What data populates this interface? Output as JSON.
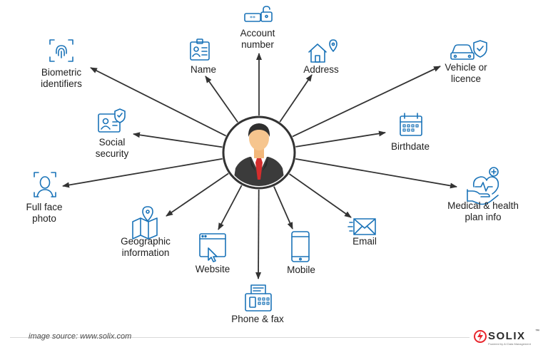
{
  "diagram": {
    "center": {
      "icon": "person-in-suit"
    },
    "items": [
      {
        "id": "account-number",
        "label_lines": [
          "Account",
          "number"
        ],
        "icon": "password-lock-icon"
      },
      {
        "id": "name",
        "label_lines": [
          "Name"
        ],
        "icon": "id-card-icon"
      },
      {
        "id": "address",
        "label_lines": [
          "Address"
        ],
        "icon": "house-location-icon"
      },
      {
        "id": "biometric-identifiers",
        "label_lines": [
          "Biometric",
          "identifiers"
        ],
        "icon": "fingerprint-icon"
      },
      {
        "id": "vehicle-or-licence",
        "label_lines": [
          "Vehicle or",
          "licence"
        ],
        "icon": "car-shield-icon"
      },
      {
        "id": "social-security",
        "label_lines": [
          "Social",
          "security"
        ],
        "icon": "id-shield-icon"
      },
      {
        "id": "birthdate",
        "label_lines": [
          "Birthdate"
        ],
        "icon": "calendar-icon"
      },
      {
        "id": "full-face-photo",
        "label_lines": [
          "Full face",
          "photo"
        ],
        "icon": "face-scan-icon"
      },
      {
        "id": "medical-health",
        "label_lines": [
          "Medical & health",
          "plan info"
        ],
        "icon": "health-hand-icon"
      },
      {
        "id": "geographic-information",
        "label_lines": [
          "Geographic",
          "information"
        ],
        "icon": "map-pin-icon"
      },
      {
        "id": "email",
        "label_lines": [
          "Email"
        ],
        "icon": "envelope-icon"
      },
      {
        "id": "website",
        "label_lines": [
          "Website"
        ],
        "icon": "browser-cursor-icon"
      },
      {
        "id": "mobile",
        "label_lines": [
          "Mobile"
        ],
        "icon": "smartphone-icon"
      },
      {
        "id": "phone-fax",
        "label_lines": [
          "Phone & fax"
        ],
        "icon": "fax-machine-icon"
      }
    ]
  },
  "footer": {
    "caption": "image source: www.solix.com",
    "brand": "SOLIX",
    "brand_tagline": "Powered by AI Data Management"
  },
  "colors": {
    "icon_stroke": "#1a73b8",
    "arrow": "#333333",
    "circle": "#333333",
    "logo_accent": "#e8262d"
  }
}
